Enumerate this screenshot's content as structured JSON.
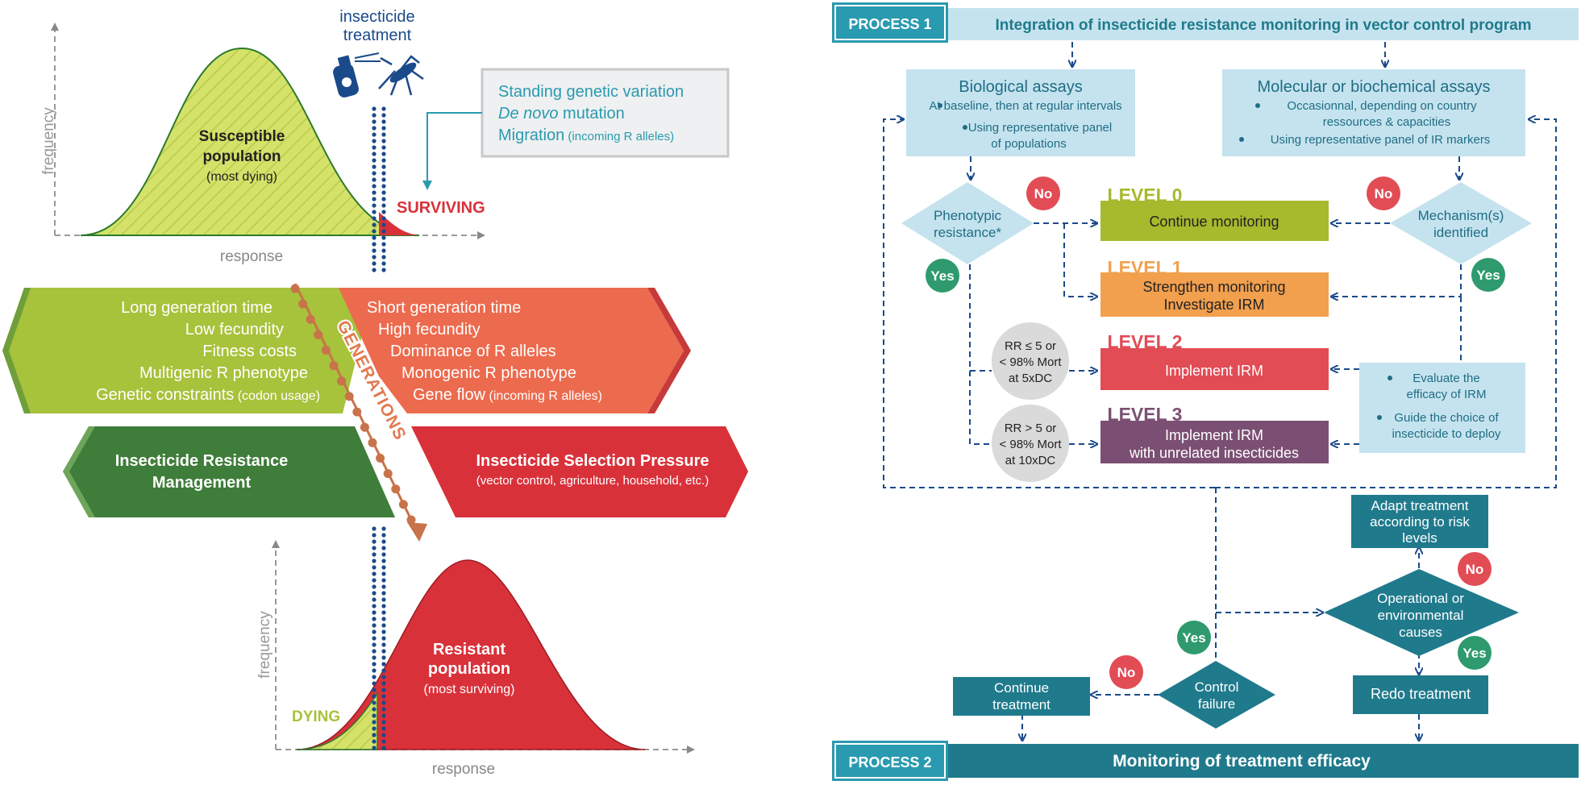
{
  "left": {
    "top_chart": {
      "ylabel": "frequency",
      "xlabel": "response",
      "pop_title_1": "Susceptible",
      "pop_title_2": "population",
      "pop_sub": "(most dying)",
      "surviving": "SURVIVING",
      "treatment_1": "insecticide",
      "treatment_2": "treatment"
    },
    "variation_box": {
      "line1": "Standing genetic variation",
      "line2_italic": "De novo",
      "line2_rest": " mutation",
      "line3": "Migration",
      "line3_small": " (incoming R alleles)"
    },
    "green_arrow": {
      "items": [
        {
          "main": "Long generation time",
          "small": ""
        },
        {
          "main": "Low fecundity",
          "small": ""
        },
        {
          "main": "Fitness costs",
          "small": ""
        },
        {
          "main": "Multigenic R phenotype",
          "small": ""
        },
        {
          "main": "Genetic constraints",
          "small": " (codon usage)"
        }
      ]
    },
    "red_arrow": {
      "items": [
        {
          "main": "Short generation time",
          "small": ""
        },
        {
          "main": "High fecundity",
          "small": ""
        },
        {
          "main": "Dominance of R alleles",
          "small": ""
        },
        {
          "main": "Monogenic R phenotype",
          "small": ""
        },
        {
          "main": "Gene flow",
          "small": " (incoming R alleles)"
        }
      ]
    },
    "generations": "GENERATIONS",
    "irm_1": "Insecticide Resistance",
    "irm_2": "Management",
    "isp_title": "Insecticide Selection Pressure",
    "isp_sub": "(vector control, agriculture, household, etc.)",
    "bottom_chart": {
      "ylabel": "frequency",
      "xlabel": "response",
      "pop_title_1": "Resistant",
      "pop_title_2": "population",
      "pop_sub": "(most surviving)",
      "dying": "DYING"
    }
  },
  "right": {
    "process1_tag": "PROCESS 1",
    "process1_title": "Integration of insecticide resistance monitoring in vector control program",
    "bio": {
      "title": "Biological assays",
      "b1": "At baseline, then at regular intervals",
      "b2a": "Using representative panel",
      "b2b": "of populations"
    },
    "mol": {
      "title": "Molecular or biochemical assays",
      "b1a": "Occasionnal, depending on country",
      "b1b": "ressources & capacities",
      "b2": "Using representative panel of IR markers"
    },
    "pheno_1": "Phenotypic",
    "pheno_2": "resistance*",
    "mech_1": "Mechanism(s)",
    "mech_2": "identified",
    "no": "No",
    "yes": "Yes",
    "levels": [
      {
        "label": "LEVEL 0",
        "line1": "Continue monitoring",
        "line2": "",
        "color": "#a7b92c",
        "label_color": "#a7b92c"
      },
      {
        "label": "LEVEL 1",
        "line1": "Strengthen monitoring",
        "line2": "Investigate IRM",
        "color": "#f2a04e",
        "label_color": "#f2a04e"
      },
      {
        "label": "LEVEL 2",
        "line1": "Implement IRM",
        "line2": "",
        "color": "#e24c55",
        "label_color": "#e24c55"
      },
      {
        "label": "LEVEL 3",
        "line1": "Implement IRM",
        "line2": "with unrelated insecticides",
        "color": "#7b4f73",
        "label_color": "#7b4f73"
      }
    ],
    "rr1": [
      "RR ≤ 5 or",
      "< 98% Mort",
      "at 5xDC"
    ],
    "rr2": [
      "RR > 5 or",
      "< 98% Mort",
      "at 10xDC"
    ],
    "eval": {
      "b1a": "Evaluate the",
      "b1b": "efficacy of IRM",
      "b2a": "Guide the choice of",
      "b2b": "insecticide to deploy"
    },
    "adapt": [
      "Adapt treatment",
      "according to risk",
      "levels"
    ],
    "oper": [
      "Operational or",
      "environmental",
      "causes"
    ],
    "redo": "Redo treatment",
    "cont_treat": [
      "Continue",
      "treatment"
    ],
    "control": [
      "Control",
      "failure"
    ],
    "process2_tag": "PROCESS 2",
    "process2_title": "Monitoring of treatment efficacy"
  },
  "colors": {
    "teal": "#1f7a8c",
    "navy": "#1b4a8a",
    "light_blue": "#c5e3ee",
    "green_arrow": "#a7c23b",
    "dark_green": "#3f7d3a",
    "red": "#d9313a",
    "coral": "#ec6a4d",
    "no_badge": "#e24c55",
    "yes_badge": "#2e9a6e",
    "lime_curve": "#d4e269"
  }
}
